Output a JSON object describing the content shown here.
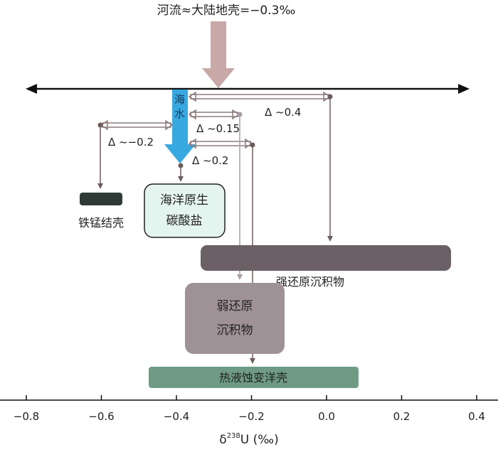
{
  "header": {
    "river_label": "河流≈大陆地壳=−0.3‰"
  },
  "seawater_label": "海水",
  "deltas": {
    "d1": "Δ ~0.4",
    "d2": "Δ ~0.15",
    "d3": "Δ ~0.2",
    "d4": "Δ ~−0.2"
  },
  "boxes": {
    "fe_mn": "铁锰结壳",
    "carbonate_line1": "海洋原生",
    "carbonate_line2": "碳酸盐",
    "strong_reducing": "强还原沉积物",
    "weak_line1": "弱还原",
    "weak_line2": "沉积物",
    "hydrothermal": "热液蚀变洋壳"
  },
  "axis": {
    "xlabel_prefix": "δ",
    "xlabel_sup": "238",
    "xlabel_suffix": "U (‰)",
    "ticks": [
      {
        "value": -0.8,
        "label": "−0.8"
      },
      {
        "value": -0.6,
        "label": "−0.6"
      },
      {
        "value": -0.4,
        "label": "−0.4"
      },
      {
        "value": -0.2,
        "label": "−0.2"
      },
      {
        "value": 0.0,
        "label": "0.0"
      },
      {
        "value": 0.2,
        "label": "0.2"
      },
      {
        "value": 0.4,
        "label": "0.4"
      }
    ]
  },
  "colors": {
    "river_arrow": "#c9a8a8",
    "seawater": "#38a8e0",
    "connector": "#8c7b7b",
    "fe_mn": "#2f3a35",
    "carbonate_fill": "#e4f4ee",
    "strong_reducing": "#6b6066",
    "weak_reducing": "#9f9296",
    "hydrothermal": "#6f9b84"
  }
}
